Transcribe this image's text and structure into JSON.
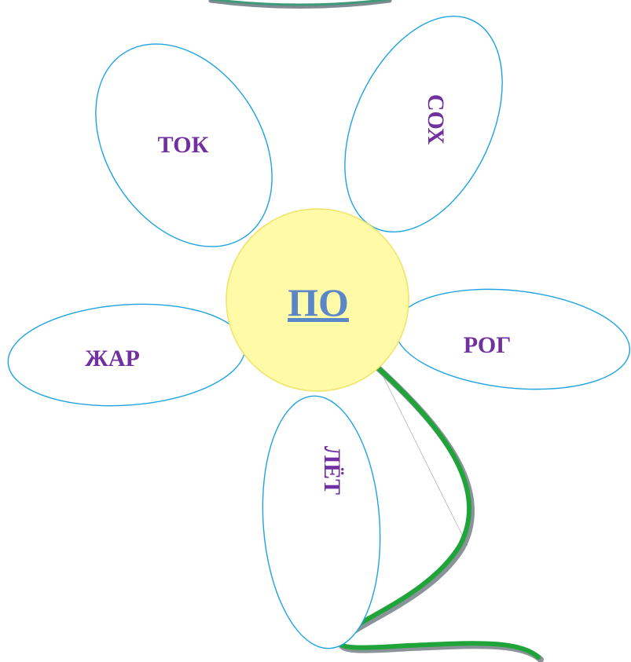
{
  "flower": {
    "center": {
      "text": "ПО",
      "fill_color": "#fefaa7",
      "text_color": "#5b87c9"
    },
    "petals": [
      {
        "id": "tok",
        "text": "ТОК"
      },
      {
        "id": "sokh",
        "text": "СОХ"
      },
      {
        "id": "zhar",
        "text": "ЖАР"
      },
      {
        "id": "rog",
        "text": "РОГ"
      },
      {
        "id": "lyot",
        "text": "ЛЁТ"
      }
    ],
    "petal_outline_color": "#1ea3e0",
    "petal_text_color": "#7030a0",
    "stem_color": "#1fa43a"
  }
}
